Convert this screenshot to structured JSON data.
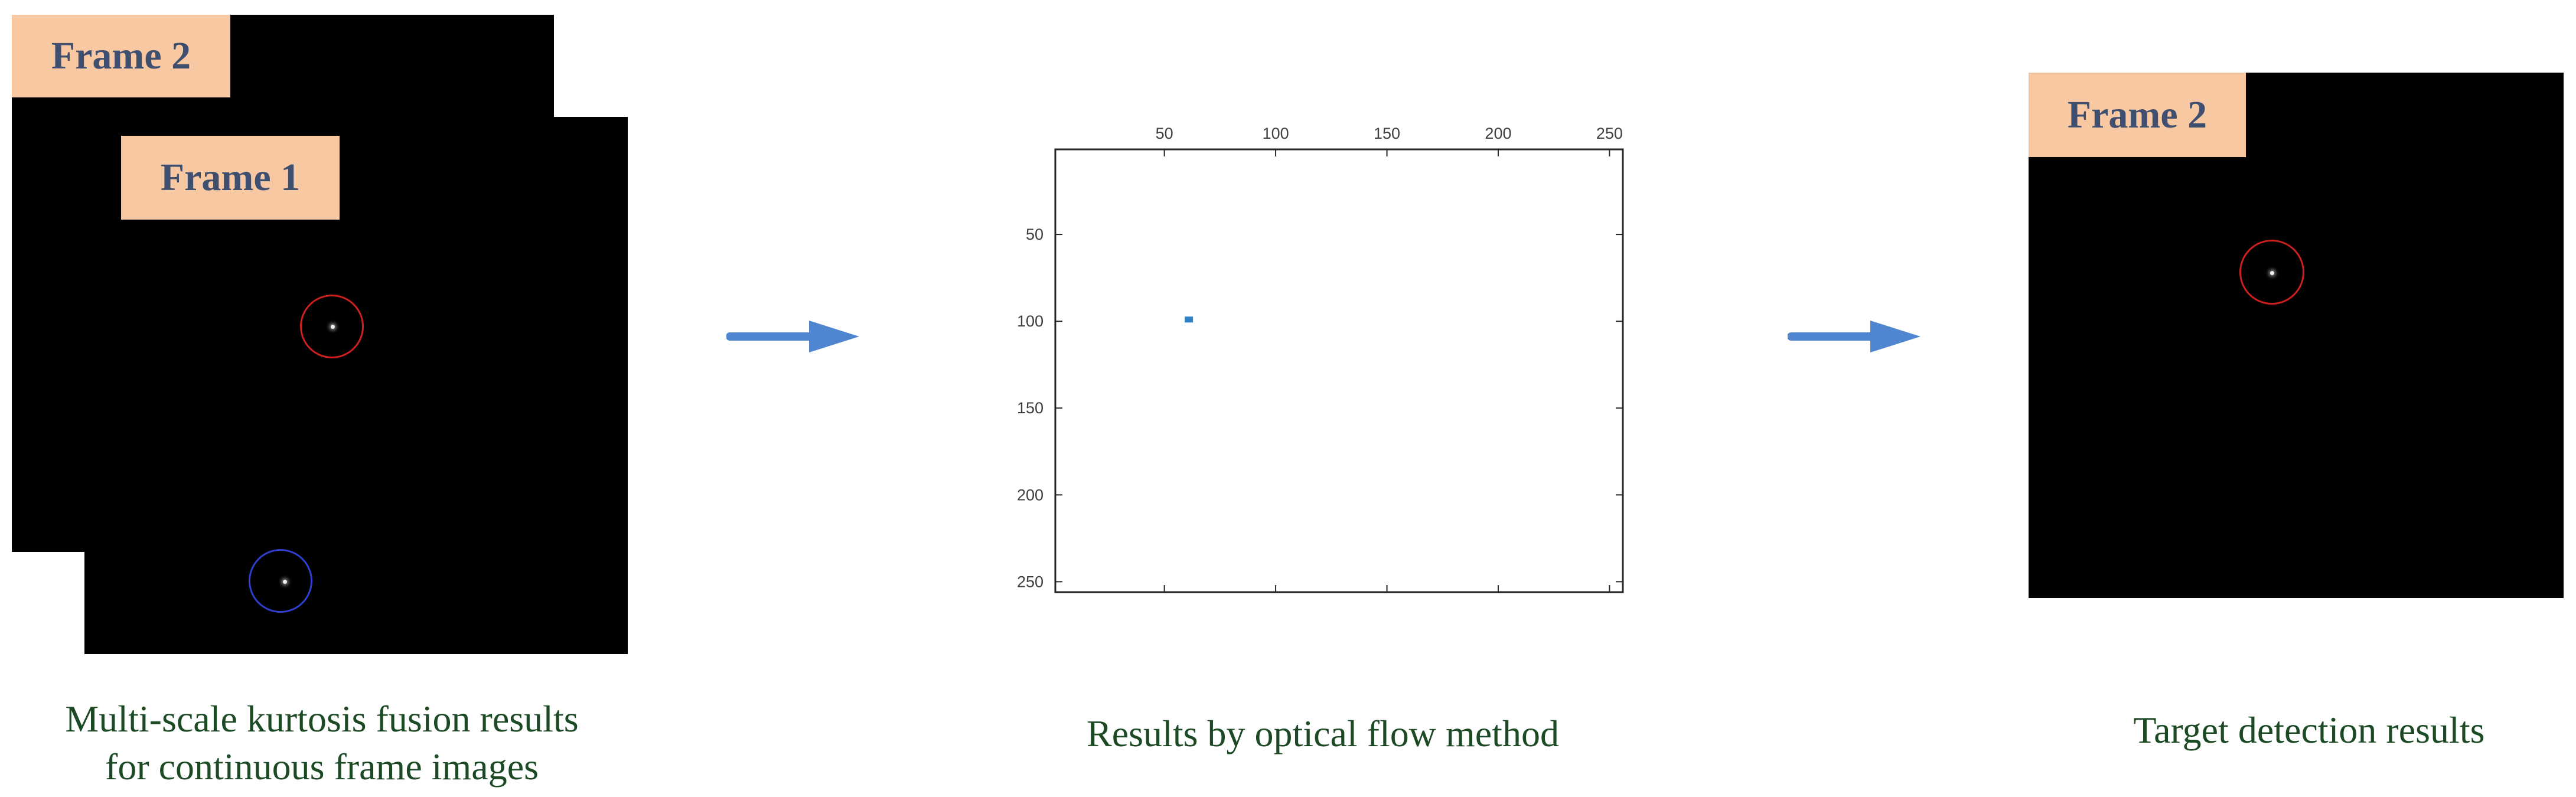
{
  "left_panel": {
    "frame2_label": "Frame 2",
    "frame1_label": "Frame 1",
    "caption_line1": "Multi-scale kurtosis fusion results",
    "caption_line2": "for continuous frame images"
  },
  "middle_panel": {
    "caption": "Results by optical flow method"
  },
  "right_panel": {
    "frame2_label": "Frame 2",
    "caption": "Target detection results"
  },
  "colors": {
    "label_bg": "#f8c8a2",
    "label_text": "#3f4f6f",
    "caption_text": "#1c4a24",
    "arrow": "#4f86cf",
    "marker": "#2f7fc4",
    "red_ring": "#cc1f1f",
    "blue_ring": "#2f3fcc"
  },
  "chart_data": {
    "type": "scatter",
    "title": "",
    "xlabel": "",
    "ylabel": "",
    "xlim": [
      1,
      256
    ],
    "ylim": [
      256,
      1
    ],
    "x_ticks": [
      50,
      100,
      150,
      200,
      250
    ],
    "y_ticks": [
      50,
      100,
      150,
      200,
      250
    ],
    "x_axis_position": "top",
    "y_reversed": true,
    "grid": false,
    "points": [
      {
        "x": 61,
        "y": 99
      }
    ]
  }
}
